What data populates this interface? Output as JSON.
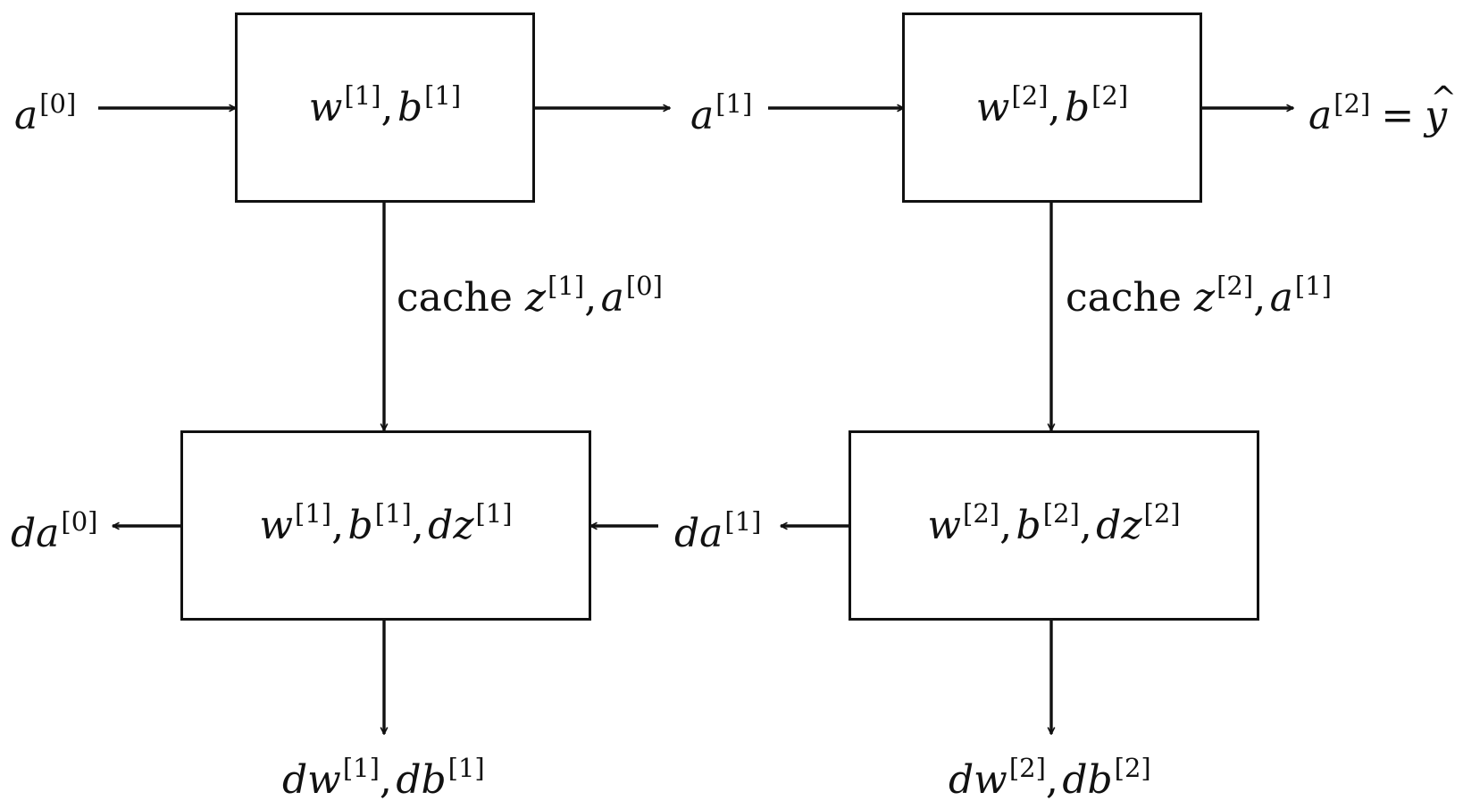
{
  "forward": {
    "input": {
      "base": "a",
      "sup": "[0]"
    },
    "layer1": {
      "w": {
        "base": "w",
        "sup": "[1]"
      },
      "b": {
        "base": "b",
        "sup": "[1]"
      }
    },
    "mid": {
      "base": "a",
      "sup": "[1]"
    },
    "layer2": {
      "w": {
        "base": "w",
        "sup": "[2]"
      },
      "b": {
        "base": "b",
        "sup": "[2]"
      }
    },
    "output": {
      "base": "a",
      "sup": "[2]",
      "eq": "=",
      "yhat": "y"
    }
  },
  "cache1": {
    "word": "cache",
    "z": {
      "base": "z",
      "sup": "[1]"
    },
    "a": {
      "base": "a",
      "sup": "[0]"
    }
  },
  "cache2": {
    "word": "cache",
    "z": {
      "base": "z",
      "sup": "[2]"
    },
    "a": {
      "base": "a",
      "sup": "[1]"
    }
  },
  "backward": {
    "out": {
      "base": "da",
      "sup": "[0]"
    },
    "layer1": {
      "w": {
        "base": "w",
        "sup": "[1]"
      },
      "b": {
        "base": "b",
        "sup": "[1]"
      },
      "dz": {
        "base": "dz",
        "sup": "[1]"
      }
    },
    "mid": {
      "base": "da",
      "sup": "[1]"
    },
    "layer2": {
      "w": {
        "base": "w",
        "sup": "[2]"
      },
      "b": {
        "base": "b",
        "sup": "[2]"
      },
      "dz": {
        "base": "dz",
        "sup": "[2]"
      }
    }
  },
  "grads1": {
    "dw": {
      "base": "dw",
      "sup": "[1]"
    },
    "db": {
      "base": "db",
      "sup": "[1]"
    }
  },
  "grads2": {
    "dw": {
      "base": "dw",
      "sup": "[2]"
    },
    "db": {
      "base": "db",
      "sup": "[2]"
    }
  },
  "separator": ","
}
